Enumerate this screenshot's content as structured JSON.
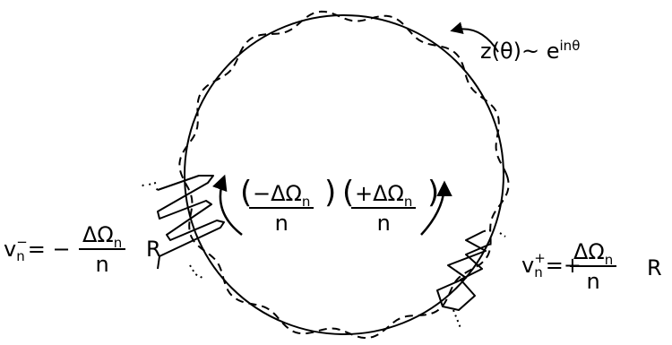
{
  "mode_label": {
    "z": "z(θ)~ e",
    "exponent": "inθ"
  },
  "left_velocity": {
    "v": "v",
    "sub": "n",
    "sup": "−",
    "eq": "= −",
    "numerator": "ΔΩ",
    "num_sub": "n",
    "denominator": "n",
    "suffix": "R"
  },
  "right_velocity": {
    "v": "v",
    "sub": "n",
    "sup": "+",
    "eq": "=+",
    "numerator": "ΔΩ",
    "num_sub": "n",
    "denominator": "n",
    "suffix": "R"
  },
  "left_rotation": {
    "open": "(",
    "numerator": "−ΔΩ",
    "num_sub": "n",
    "close": ")",
    "denominator": "n"
  },
  "right_rotation": {
    "open": "(",
    "numerator": "+ΔΩ",
    "num_sub": "n",
    "close": ")",
    "denominator": "n"
  }
}
